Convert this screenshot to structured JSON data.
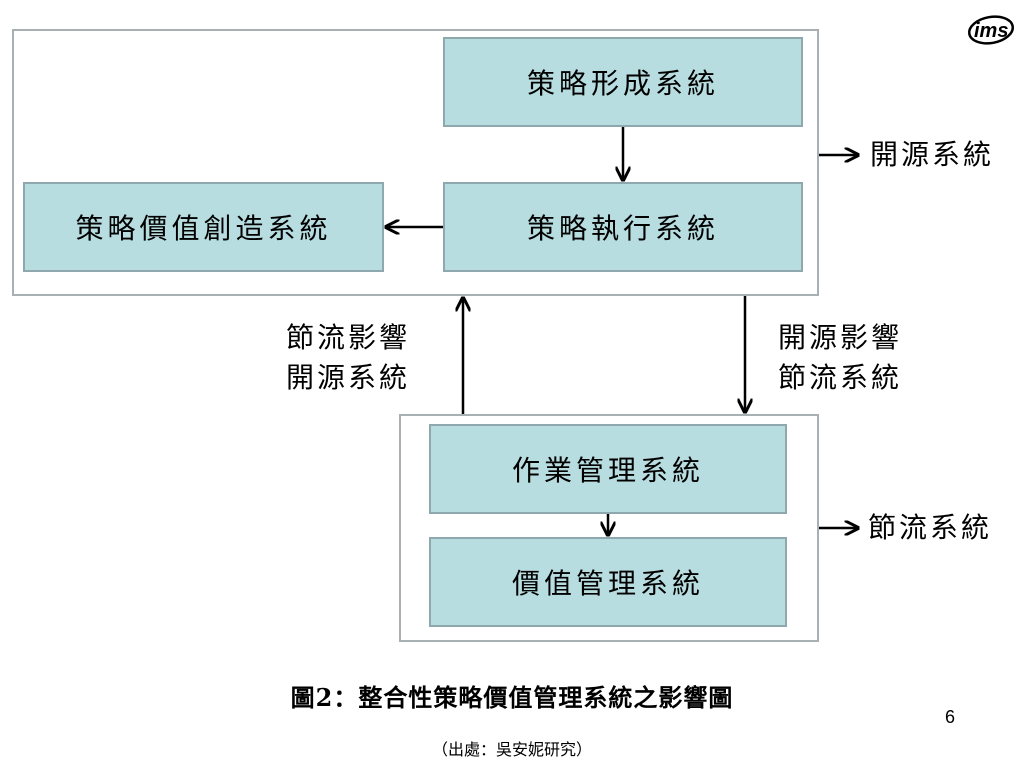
{
  "logo_text": "ims",
  "boxes": {
    "strategy_formation": "策略形成系統",
    "strategy_execution": "策略執行系統",
    "strategy_value_creation": "策略價值創造系統",
    "operations_management": "作業管理系統",
    "value_management": "價值管理系統"
  },
  "labels": {
    "right_top": "開源系統",
    "left_middle_line1": "節流影響",
    "left_middle_line2": "開源系統",
    "right_middle_line1": "開源影響",
    "right_middle_line2": "節流系統",
    "right_bottom": "節流系統"
  },
  "caption": "圖2：整合性策略價值管理系統之影響圖",
  "source": "（出處：吳安妮研究）",
  "page_number": "6"
}
